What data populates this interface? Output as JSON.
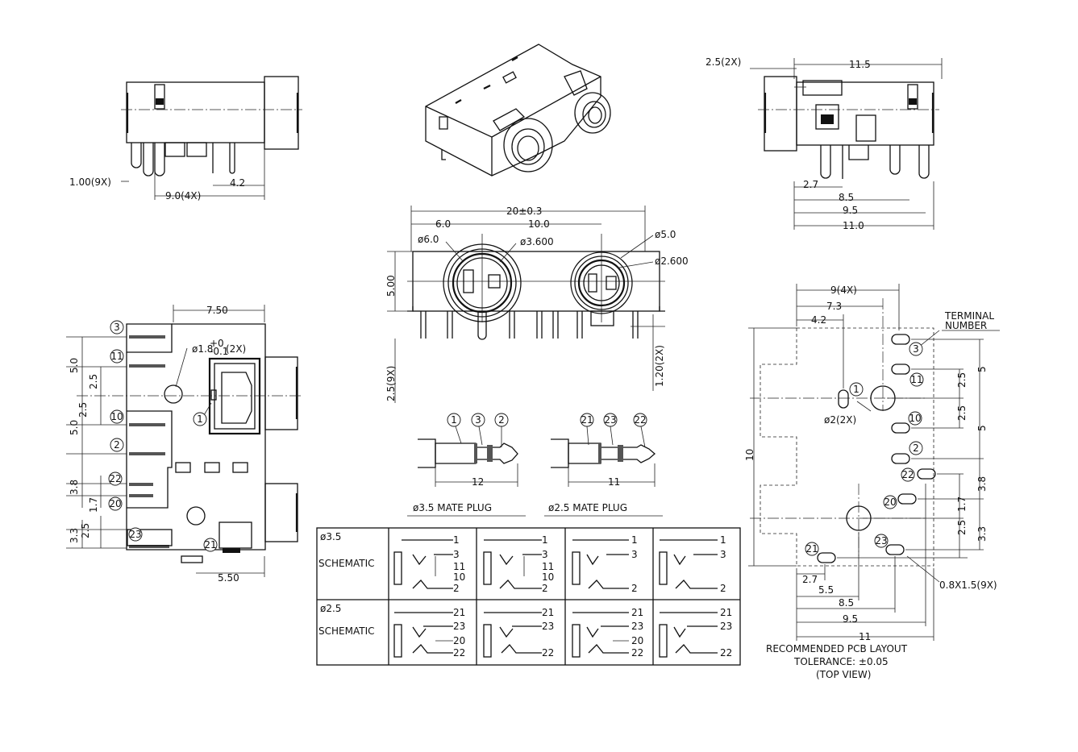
{
  "side_view_left": {
    "dim_pin_width": "1.00(9X)",
    "dim_a": "4.2",
    "dim_b": "9.0(4X)"
  },
  "side_view_right": {
    "dim_top_offset": "2.5(2X)",
    "dim_width": "11.5",
    "dim_a": "2.7",
    "dim_b": "8.5",
    "dim_c": "9.5",
    "dim_d": "11.0"
  },
  "front_view": {
    "dim_overall": "20±0.3",
    "dim_left": "6.0",
    "dim_pitch": "10.0",
    "dia_left_outer": "ø6.0",
    "dia_left_inner": "ø3.600",
    "dia_right_outer": "ø5.0",
    "dia_right_inner": "ø2.600",
    "dim_height": "5.00",
    "dim_pin_spacing": "2.5(9X)",
    "dim_pin_thk": "1.20(2X)"
  },
  "top_view": {
    "dim_width": "7.50",
    "hole_dia": "ø1.8",
    "hole_tol_plus": "+0",
    "hole_tol_minus": "-0.1",
    "hole_count": "(2X)",
    "left_dims": [
      "5.0",
      "2.5",
      "2.5",
      "5.0",
      "3.8",
      "1.7",
      "3.3",
      "2.5"
    ],
    "dim_bottom": "5.50",
    "terminals": [
      "3",
      "11",
      "1",
      "10",
      "2",
      "22",
      "20",
      "23",
      "21"
    ]
  },
  "plugs": [
    {
      "terminals": [
        "1",
        "3",
        "2"
      ],
      "dim": "12",
      "caption": "ø3.5 MATE PLUG"
    },
    {
      "terminals": [
        "21",
        "23",
        "22"
      ],
      "dim": "11",
      "caption": "ø2.5 MATE PLUG"
    }
  ],
  "schematics": {
    "row35_title": "ø3.5",
    "row35_label": "SCHEMATIC",
    "row25_title": "ø2.5",
    "row25_label": "SCHEMATIC",
    "row35_cells": [
      [
        "1",
        "3",
        "11",
        "10",
        "2"
      ],
      [
        "1",
        "3",
        "11",
        "10",
        "2"
      ],
      [
        "1",
        "3",
        "2"
      ],
      [
        "1",
        "3",
        "2"
      ]
    ],
    "row25_cells": [
      [
        "21",
        "23",
        "20",
        "22"
      ],
      [
        "21",
        "23",
        "22"
      ],
      [
        "21",
        "23",
        "20",
        "22"
      ],
      [
        "21",
        "23",
        "22"
      ]
    ]
  },
  "pcb_layout": {
    "dim_pitch": "9(4X)",
    "dim_73": "7.3",
    "dim_42": "4.2",
    "terminal_label_1": "TERMINAL",
    "terminal_label_2": "NUMBER",
    "hole_label": "ø2(2X)",
    "dim_height": "10",
    "right_dims": [
      "5",
      "2.5",
      "2.5",
      "5",
      "3.8",
      "1.7",
      "3.3",
      "2.5"
    ],
    "slot_label": "0.8X1.5(9X)",
    "dim_27": "2.7",
    "dim_55": "5.5",
    "dim_85": "8.5",
    "dim_95": "9.5",
    "dim_11": "11",
    "terminals": [
      "3",
      "11",
      "1",
      "10",
      "2",
      "22",
      "20",
      "21",
      "23"
    ],
    "caption_1": "RECOMMENDED PCB LAYOUT",
    "caption_2": "TOLERANCE: ±0.05",
    "caption_3": "(TOP VIEW)"
  }
}
